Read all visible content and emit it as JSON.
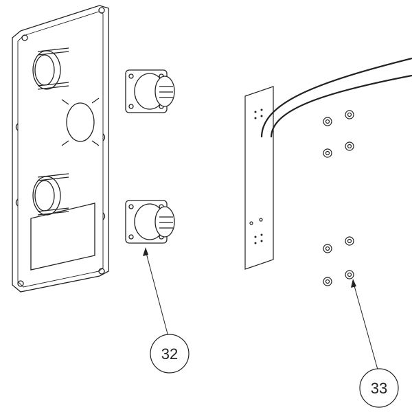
{
  "callouts": [
    {
      "id": "callout-32",
      "label": "32"
    },
    {
      "id": "callout-33",
      "label": "33"
    }
  ],
  "colors": {
    "line": "#222222",
    "background": "#ffffff"
  }
}
